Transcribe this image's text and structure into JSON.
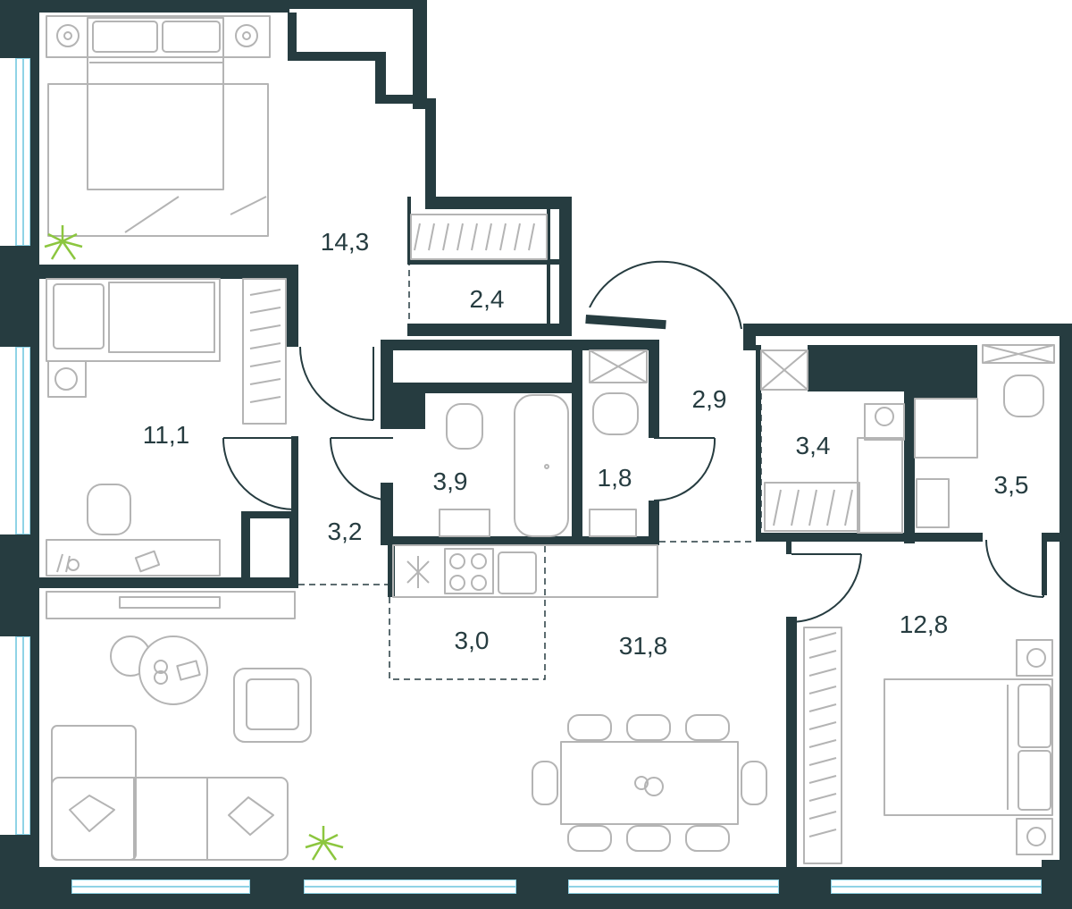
{
  "plan": {
    "wall_color": "#263c40",
    "furniture_color": "#b4b4b4",
    "window_color": "#8fd3e6",
    "plant_color": "#8cc63f",
    "rooms": [
      {
        "id": "bedroom-1",
        "area": "14,3"
      },
      {
        "id": "storage",
        "area": "2,4"
      },
      {
        "id": "bedroom-2",
        "area": "11,1"
      },
      {
        "id": "corridor-left",
        "area": "3,2"
      },
      {
        "id": "bathroom",
        "area": "3,9"
      },
      {
        "id": "toilet",
        "area": "1,8"
      },
      {
        "id": "hall",
        "area": "2,9"
      },
      {
        "id": "laundry",
        "area": "3,4"
      },
      {
        "id": "shower-room",
        "area": "3,5"
      },
      {
        "id": "kitchen",
        "area": "3,0"
      },
      {
        "id": "living-room",
        "area": "31,8"
      },
      {
        "id": "bedroom-3",
        "area": "12,8"
      }
    ]
  }
}
